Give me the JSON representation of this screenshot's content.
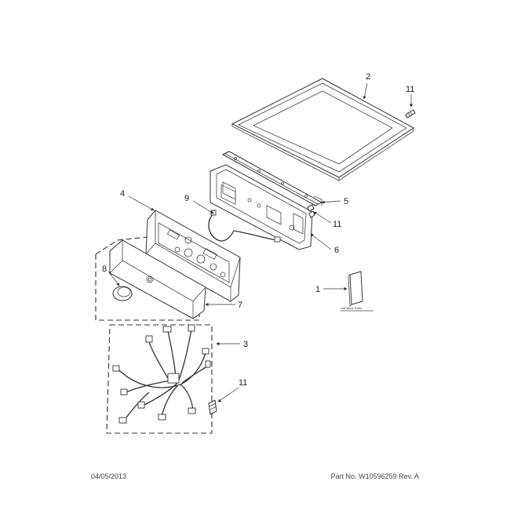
{
  "callouts": {
    "c1": "1",
    "c2": "2",
    "c3": "3",
    "c4": "4",
    "c5": "5",
    "c6": "6",
    "c7": "7",
    "c8": "8",
    "c9": "9",
    "c11_top": "11",
    "c11_mid": "11",
    "c11_bottom": "11"
  },
  "literature": {
    "label": "Literature Parts"
  },
  "footer": {
    "date": "04/05/2013",
    "part_no": "Part No. W10596259  Rev. A"
  }
}
